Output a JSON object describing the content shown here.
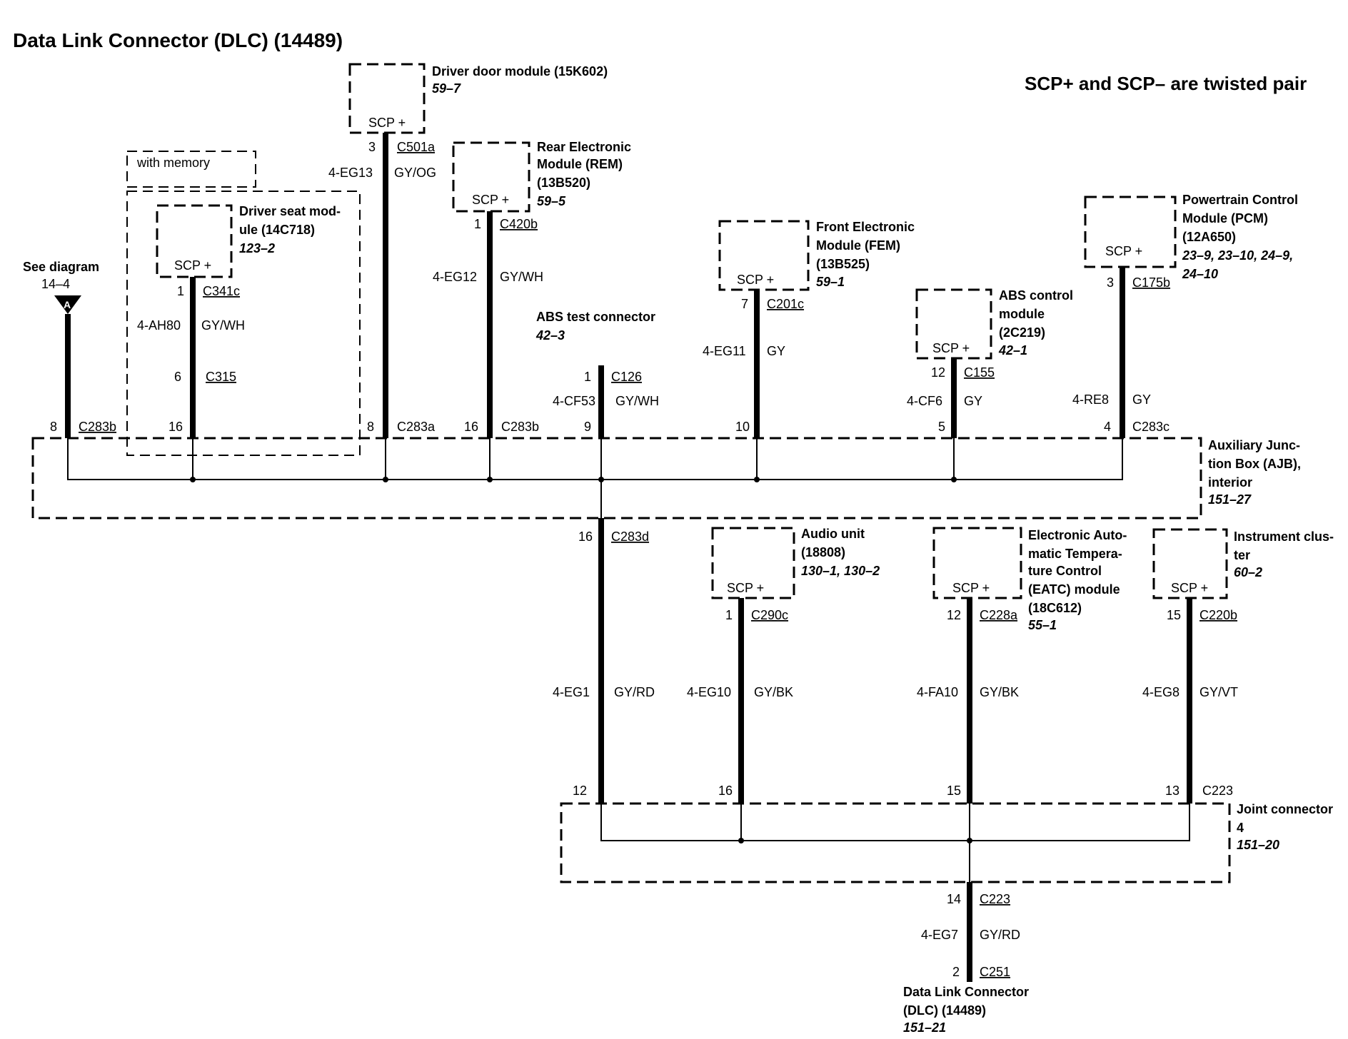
{
  "title": "Data Link Connector (DLC) (14489)",
  "note": "SCP+ and SCP– are twisted pair",
  "see_diagram": {
    "label": "See diagram",
    "ref": "14–4",
    "marker": "A"
  },
  "with_memory": "with memory",
  "scp_label": "SCP +",
  "modules": {
    "driver_door": {
      "lines": [
        "Driver door module (15K602)"
      ],
      "ref": "59–7"
    },
    "rem": {
      "lines": [
        "Rear Electronic",
        "Module (REM)",
        "(13B520)"
      ],
      "ref": "59–5"
    },
    "driver_seat": {
      "lines": [
        "Driver seat mod-",
        "ule (14C718)"
      ],
      "ref": "123–2"
    },
    "fem": {
      "lines": [
        "Front Electronic",
        "Module (FEM)",
        "(13B525)"
      ],
      "ref": "59–1"
    },
    "abs": {
      "lines": [
        "ABS control",
        "module",
        "(2C219)"
      ],
      "ref": "42–1"
    },
    "pcm": {
      "lines": [
        "Powertrain Control",
        "Module (PCM)",
        "(12A650)"
      ],
      "ref_lines": [
        "23–9, 23–10, 24–9,",
        "24–10"
      ]
    },
    "abs_test": {
      "lines": [
        "ABS test connector"
      ],
      "ref": "42–3"
    },
    "ajb": {
      "lines": [
        "Auxiliary Junc-",
        "tion Box (AJB),",
        "interior"
      ],
      "ref": "151–27"
    },
    "audio": {
      "lines": [
        "Audio unit",
        "(18808)"
      ],
      "ref": "130–1, 130–2"
    },
    "eatc": {
      "lines": [
        "Electronic Auto-",
        "matic Tempera-",
        "ture Control",
        "(EATC) module",
        "(18C612)"
      ],
      "ref": "55–1"
    },
    "cluster": {
      "lines": [
        "Instrument clus-",
        "ter"
      ],
      "ref": "60–2"
    },
    "joint": {
      "lines": [
        "Joint connector",
        "4"
      ],
      "ref": "151–20"
    },
    "dlc": {
      "lines": [
        "Data Link Connector",
        "(DLC) (14489)"
      ],
      "ref": "151–21"
    }
  },
  "wires": {
    "see_a": {
      "ajb_pin": "8",
      "ajb_conn": "C283b"
    },
    "seat": {
      "top_pin": "1",
      "top_conn": "C341c",
      "circuit": "4-AH80",
      "color": "GY/WH",
      "mid_pin": "6",
      "mid_conn": "C315",
      "ajb_pin": "16"
    },
    "door": {
      "top_pin": "3",
      "top_conn": "C501a",
      "circuit": "4-EG13",
      "color": "GY/OG",
      "ajb_pin": "8",
      "ajb_conn": "C283a"
    },
    "rem": {
      "top_pin": "1",
      "top_conn": "C420b",
      "circuit": "4-EG12",
      "color": "GY/WH",
      "ajb_pin": "16",
      "ajb_conn": "C283b"
    },
    "abs_test": {
      "top_pin": "1",
      "top_conn": "C126",
      "circuit": "4-CF53",
      "color": "GY/WH",
      "ajb_pin": "9"
    },
    "fem": {
      "top_pin": "7",
      "top_conn": "C201c",
      "circuit": "4-EG11",
      "color": "GY",
      "ajb_pin": "10"
    },
    "abs": {
      "top_pin": "12",
      "top_conn": "C155",
      "circuit": "4-CF6",
      "color": "GY",
      "ajb_pin": "5"
    },
    "pcm": {
      "top_pin": "3",
      "top_conn": "C175b",
      "circuit": "4-RE8",
      "color": "GY",
      "ajb_pin": "4",
      "ajb_conn": "C283c"
    },
    "main": {
      "top_pin": "16",
      "top_conn": "C283d",
      "circuit": "4-EG1",
      "color": "GY/RD",
      "bottom_pin": "12"
    },
    "audio": {
      "top_pin": "1",
      "top_conn": "C290c",
      "circuit": "4-EG10",
      "color": "GY/BK",
      "bottom_pin": "16"
    },
    "eatc": {
      "top_pin": "12",
      "top_conn": "C228a",
      "circuit": "4-FA10",
      "color": "GY/BK",
      "bottom_pin": "15"
    },
    "cluster": {
      "top_pin": "15",
      "top_conn": "C220b",
      "circuit": "4-EG8",
      "color": "GY/VT",
      "bottom_pin": "13",
      "bottom_conn": "C223"
    },
    "dlc": {
      "top_pin": "14",
      "top_conn": "C223",
      "circuit": "4-EG7",
      "color": "GY/RD",
      "bottom_pin": "2",
      "bottom_conn": "C251"
    }
  }
}
